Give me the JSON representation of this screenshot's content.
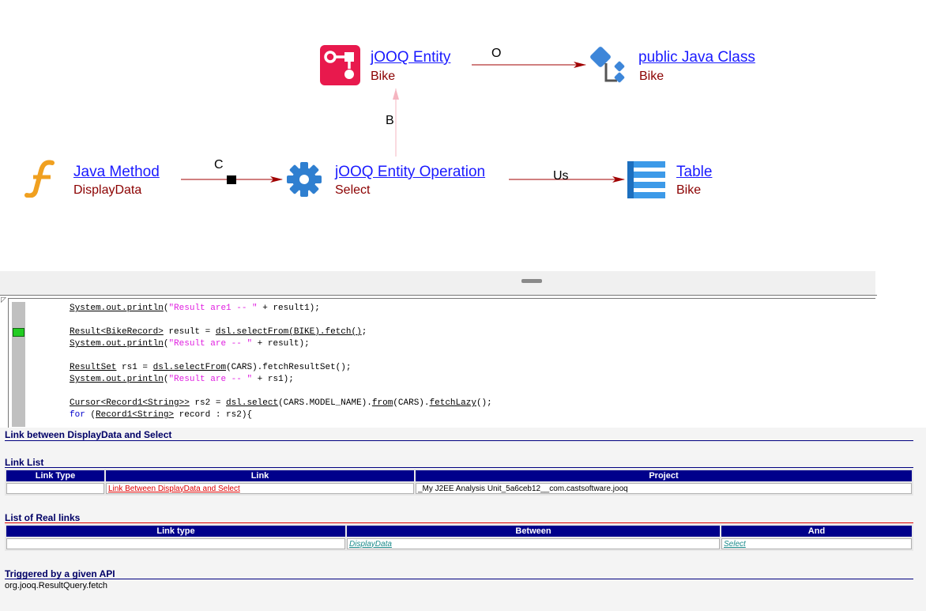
{
  "diagram": {
    "nodes": [
      {
        "type_label": "jOOQ Entity",
        "name": "Bike",
        "icon": "jooq-entity-icon",
        "color": "#e8194d"
      },
      {
        "type_label": " public Java Class",
        "name": "Bike",
        "icon": "java-class-icon",
        "color": "#3d86d9"
      },
      {
        "type_label": "Java Method",
        "name": "DisplayData",
        "icon": "java-method-icon",
        "color": "#f0a020"
      },
      {
        "type_label": "jOOQ Entity Operation",
        "name": "Select",
        "icon": "gear-icon",
        "color": "#2f7fd0"
      },
      {
        "type_label": "Table",
        "name": "Bike",
        "icon": "table-icon",
        "color": "#3d9ae8"
      }
    ],
    "edges": [
      {
        "label": "O"
      },
      {
        "label": "B"
      },
      {
        "label": "C"
      },
      {
        "label": "Us"
      }
    ],
    "edge_color": "#a00000"
  },
  "code": {
    "lines": [
      [
        {
          "t": "System.out.println",
          "c": "ul"
        },
        {
          "t": "(",
          "c": ""
        },
        {
          "t": "\"Result are1 -- \"",
          "c": "str"
        },
        {
          "t": " + result1);",
          "c": ""
        }
      ],
      [],
      [
        {
          "t": "Result<BikeRecord>",
          "c": "ul"
        },
        {
          "t": " result = ",
          "c": ""
        },
        {
          "t": "dsl.selectFrom(BIKE).fetch()",
          "c": "ul"
        },
        {
          "t": ";",
          "c": ""
        }
      ],
      [
        {
          "t": "System.out.println",
          "c": "ul"
        },
        {
          "t": "(",
          "c": ""
        },
        {
          "t": "\"Result are -- \"",
          "c": "str"
        },
        {
          "t": " + result);",
          "c": ""
        }
      ],
      [],
      [
        {
          "t": "ResultSet",
          "c": "ul"
        },
        {
          "t": " rs1 = ",
          "c": ""
        },
        {
          "t": "dsl.selectFrom",
          "c": "ul"
        },
        {
          "t": "(CARS).fetchResultSet();",
          "c": ""
        }
      ],
      [
        {
          "t": "System.out.println",
          "c": "ul"
        },
        {
          "t": "(",
          "c": ""
        },
        {
          "t": "\"Result are -- \"",
          "c": "str"
        },
        {
          "t": " + rs1);",
          "c": ""
        }
      ],
      [],
      [
        {
          "t": "Cursor<Record1<String>>",
          "c": "ul"
        },
        {
          "t": " rs2 = ",
          "c": ""
        },
        {
          "t": "dsl.select",
          "c": "ul"
        },
        {
          "t": "(CARS.MODEL_NAME).",
          "c": ""
        },
        {
          "t": "from",
          "c": "ul"
        },
        {
          "t": "(CARS).",
          "c": ""
        },
        {
          "t": "fetchLazy",
          "c": "ul"
        },
        {
          "t": "();",
          "c": ""
        }
      ],
      [
        {
          "t": "for",
          "c": "kw"
        },
        {
          "t": " (",
          "c": ""
        },
        {
          "t": "Record1<String>",
          "c": "ul"
        },
        {
          "t": " record : rs2){",
          "c": ""
        }
      ]
    ]
  },
  "report": {
    "title": "Link between DisplayData and Select",
    "link_list": {
      "heading": "Link List",
      "headers": [
        "Link Type",
        "Link",
        "Project"
      ],
      "row": {
        "link_type": "",
        "link": "Link Between DisplayData and Select",
        "project": "_My J2EE Analysis Unit_5a6ceb12__com.castsoftware.jooq"
      }
    },
    "real_links": {
      "heading": "List of Real links",
      "headers": [
        "Link type",
        "Between",
        "And"
      ],
      "row": {
        "link_type": "",
        "between": "DisplayData",
        "and": "Select"
      }
    },
    "api": {
      "heading": "Triggered by a given API",
      "value": "org.jooq.ResultQuery.fetch"
    }
  }
}
